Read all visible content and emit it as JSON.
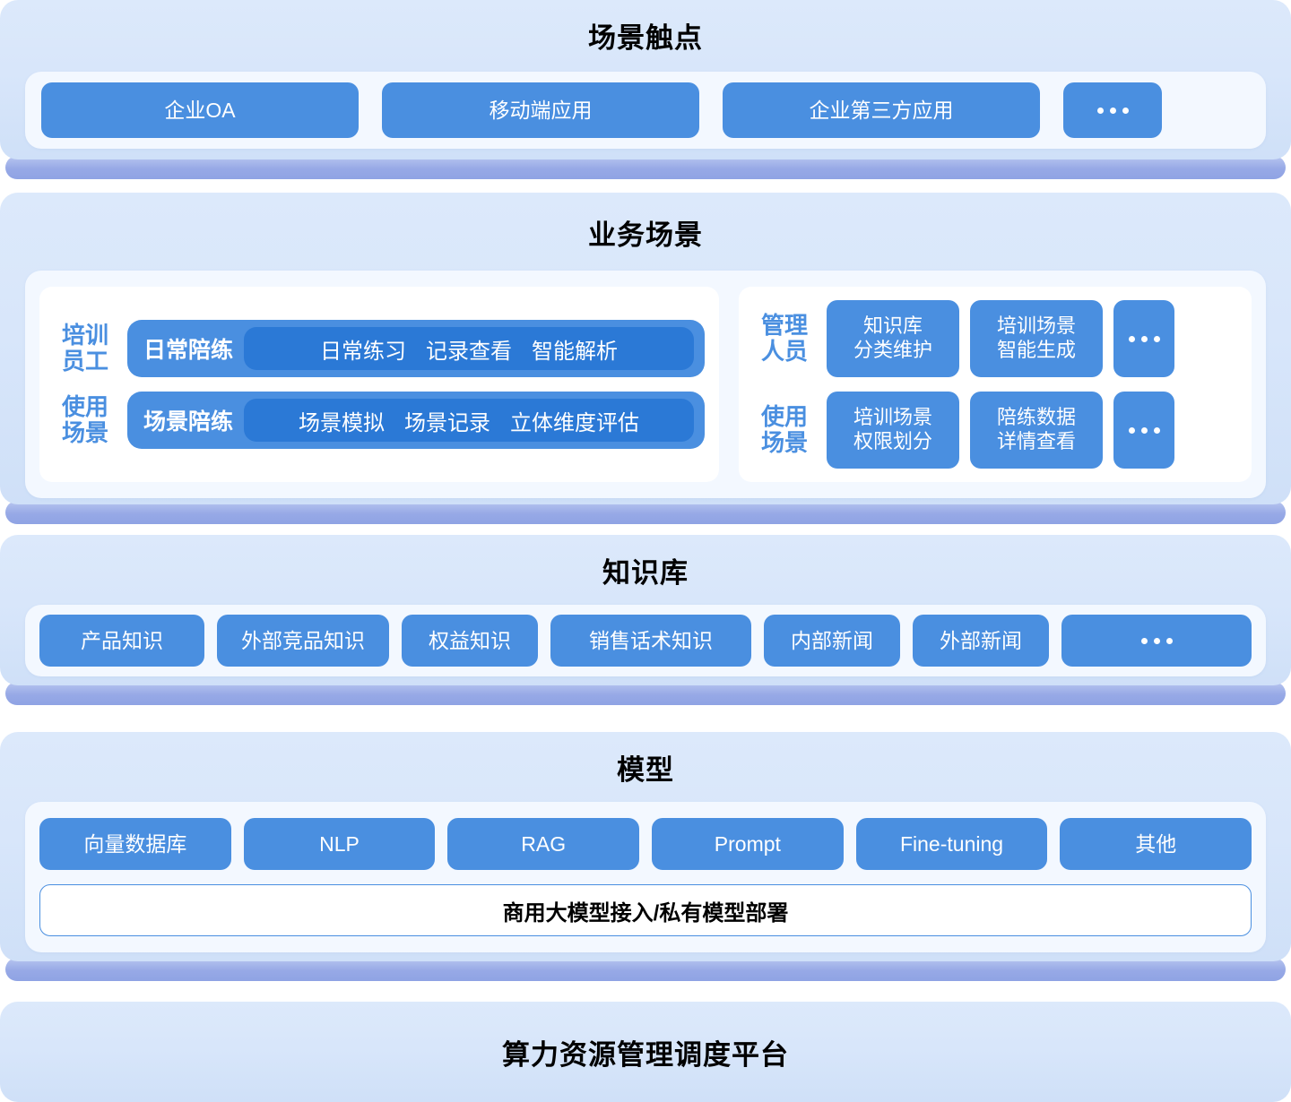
{
  "colors": {
    "button_blue": "#4a8fe0",
    "inner_pill_blue": "#2b79d6",
    "card_bg": "#d8e6fa",
    "card_shadow_band": "#8fa3e4",
    "panel_bg": "#f3f8ff",
    "title_text": "#000000",
    "label_blue": "#4a8fe0"
  },
  "sections": {
    "touchpoints": {
      "title": "场景触点",
      "items": [
        "企业OA",
        "移动端应用",
        "企业第三方应用"
      ],
      "more": "..."
    },
    "business_scenarios": {
      "title": "业务场景",
      "left": {
        "rows": [
          {
            "label": "培训\n员工",
            "lead": "日常陪练",
            "tags": [
              "日常练习",
              "记录查看",
              "智能解析"
            ]
          },
          {
            "label": "使用\n场景",
            "lead": "场景陪练",
            "tags": [
              "场景模拟",
              "场景记录",
              "立体维度评估"
            ]
          }
        ]
      },
      "right": {
        "rows": [
          {
            "label": "管理\n人员",
            "buttons": [
              "知识库\n分类维护",
              "培训场景\n智能生成"
            ],
            "more": "..."
          },
          {
            "label": "使用\n场景",
            "buttons": [
              "培训场景\n权限划分",
              "陪练数据\n详情查看"
            ],
            "more": "..."
          }
        ]
      }
    },
    "knowledge_base": {
      "title": "知识库",
      "items": [
        "产品知识",
        "外部竞品知识",
        "权益知识",
        "销售话术知识",
        "内部新闻",
        "外部新闻"
      ],
      "more": "..."
    },
    "model": {
      "title": "模型",
      "items": [
        "向量数据库",
        "NLP",
        "RAG",
        "Prompt",
        "Fine-tuning",
        "其他"
      ],
      "deployment": "商用大模型接入/私有模型部署"
    },
    "compute_platform": {
      "title": "算力资源管理调度平台"
    }
  }
}
